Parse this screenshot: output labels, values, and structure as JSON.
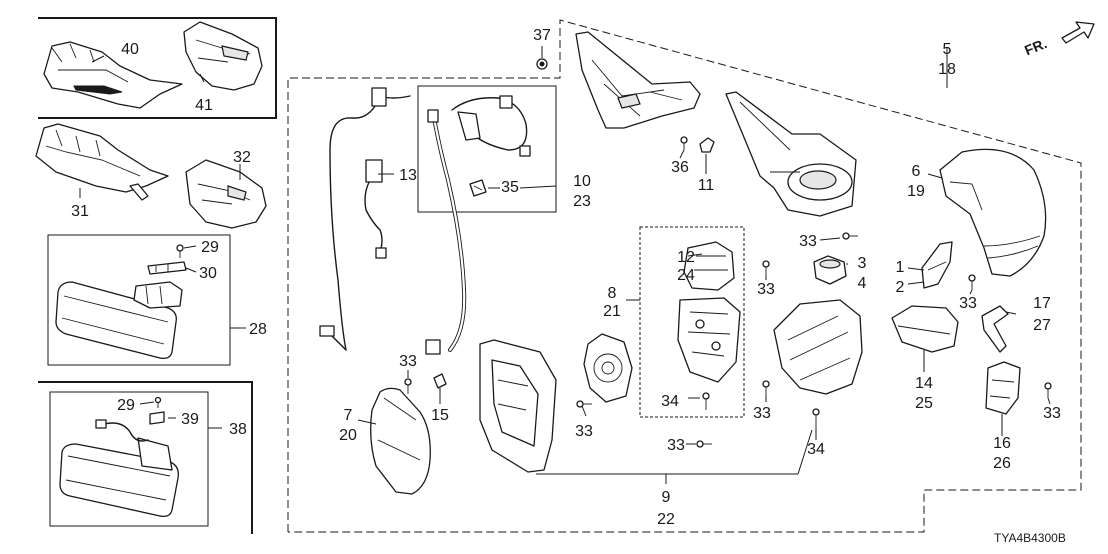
{
  "diagram_code": "TYA4B4300B",
  "direction_label": "FR.",
  "callouts": {
    "c1": "1",
    "c2": "2",
    "c3": "3",
    "c4": "4",
    "c5": "5",
    "c6": "6",
    "c7": "7",
    "c8": "8",
    "c9": "9",
    "c10": "10",
    "c11": "11",
    "c12": "12",
    "c13": "13",
    "c14": "14",
    "c15": "15",
    "c16": "16",
    "c17": "17",
    "c18": "18",
    "c19": "19",
    "c20": "20",
    "c21": "21",
    "c22": "22",
    "c23": "23",
    "c24": "24",
    "c25": "25",
    "c26": "26",
    "c27": "27",
    "c28": "28",
    "c29a": "29",
    "c29b": "29",
    "c30": "30",
    "c31": "31",
    "c32": "32",
    "c33a": "33",
    "c33b": "33",
    "c33c": "33",
    "c33d": "33",
    "c33e": "33",
    "c33f": "33",
    "c33g": "33",
    "c33h": "33",
    "c34a": "34",
    "c34b": "34",
    "c35": "35",
    "c36": "36",
    "c37": "37",
    "c38": "38",
    "c39": "39",
    "c40": "40",
    "c41": "41"
  }
}
